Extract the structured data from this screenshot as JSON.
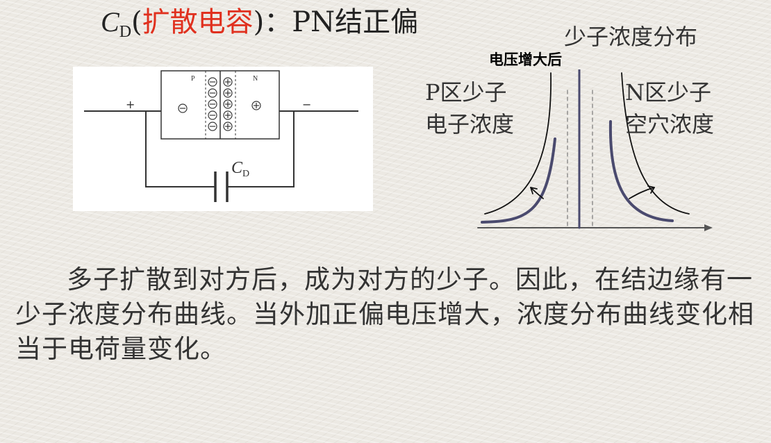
{
  "title": {
    "symbol": "C",
    "symbol_sub": "D",
    "open_paren": "(",
    "name": "扩散电容",
    "close_paren": ")",
    "suffix": "：PN结正偏"
  },
  "circuit": {
    "p_label": "P",
    "n_label": "N",
    "plus": "+",
    "minus": "−",
    "cap_symbol": "C",
    "cap_sub": "D"
  },
  "graph": {
    "heading": "少子浓度分布",
    "after_label": "电压增大后",
    "p_region_line1": "P区少子",
    "p_region_line2": "电子浓度",
    "n_region_line1": "N区少子",
    "n_region_line2": "空穴浓度"
  },
  "paragraph": "多子扩散到对方后，成为对方的少子。因此，在结边缘有一少子浓度分布曲线。当外加正偏电压增大，浓度分布曲线变化相当于电荷量变化。",
  "colors": {
    "accent_red": "#e0301e",
    "curve_blue": "#4a4a6e"
  }
}
